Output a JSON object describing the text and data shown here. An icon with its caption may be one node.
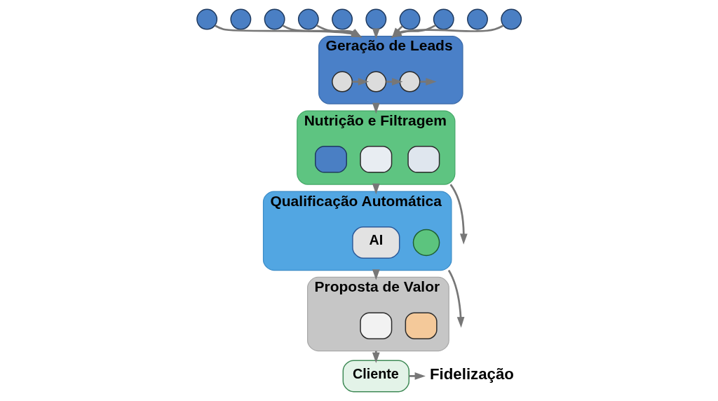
{
  "diagram": {
    "nodes": [
      {
        "text": [],
        "shape": "person"
      },
      {
        "text": [],
        "shape": "person"
      },
      {
        "text": [],
        "shape": "person"
      },
      {
        "text": [],
        "shape": "person"
      },
      {
        "text": [],
        "shape": "person"
      },
      {
        "text": [],
        "shape": "person"
      },
      {
        "text": [],
        "shape": "person"
      },
      {
        "text": [],
        "shape": "person"
      },
      {
        "text": [],
        "shape": "person"
      },
      {
        "text": [],
        "shape": "person"
      },
      {
        "text": [
          "Geração de Leads"
        ]
      },
      {
        "text": [],
        "shape": "person",
        "in": 10
      },
      {
        "text": [],
        "shape": "person",
        "in": 10
      },
      {
        "text": [],
        "shape": "person",
        "in": 10
      },
      {
        "text": [
          "Nutrição e Filtragem"
        ]
      },
      {
        "text": [],
        "shape": "box",
        "in": 14
      },
      {
        "text": [],
        "shape": "box",
        "in": 14
      },
      {
        "text": [],
        "shape": "box",
        "in": 14
      },
      {
        "text": [
          "Qualificação Automática"
        ]
      },
      {
        "text": [
          "AI"
        ],
        "in": 18
      },
      {
        "text": [],
        "shape": "circle",
        "in": 18
      },
      {
        "text": [
          "Proposta de Valor"
        ]
      },
      {
        "text": [],
        "shape": "box",
        "in": 21
      },
      {
        "text": [],
        "shape": "box",
        "in": 21
      },
      {
        "text": [
          "Cliente"
        ]
      },
      {
        "text": [
          "Fidelização"
        ]
      }
    ],
    "edges": [
      {
        "from": 0,
        "to": 10,
        "arrow": "to"
      },
      {
        "from": 2,
        "to": 10,
        "arrow": "to"
      },
      {
        "from": 3,
        "to": 10,
        "arrow": "to"
      },
      {
        "from": 5,
        "to": 10,
        "arrow": "to"
      },
      {
        "from": 6,
        "to": 10,
        "arrow": "to"
      },
      {
        "from": 7,
        "to": 10,
        "arrow": "to"
      },
      {
        "from": 9,
        "to": 10,
        "arrow": "to"
      },
      {
        "from": 11,
        "to": 12,
        "arrow": "to"
      },
      {
        "from": 12,
        "to": 13,
        "arrow": "to"
      },
      {
        "from": 13,
        "to": null,
        "arrow": "to"
      },
      {
        "from": 10,
        "to": 14,
        "arrow": "to"
      },
      {
        "from": 14,
        "to": null,
        "arrow": "to"
      },
      {
        "from": 14,
        "to": 18,
        "arrow": "to"
      },
      {
        "from": 18,
        "to": null,
        "arrow": "to"
      },
      {
        "from": 18,
        "to": 21,
        "arrow": "to"
      },
      {
        "from": 21,
        "to": 24,
        "arrow": "to"
      },
      {
        "from": 24,
        "to": 25,
        "arrow": "to"
      }
    ]
  }
}
